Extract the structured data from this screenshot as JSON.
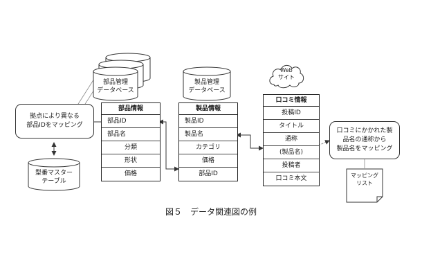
{
  "databases": {
    "parts_db": "部品管理\nデータベース",
    "product_db": "製品管理\nデータベース",
    "model_master": "型番マスター\nテーブル"
  },
  "cloud": "Web\nサイト",
  "entities": {
    "parts": {
      "title": "部品情報",
      "fields": [
        "部品ID",
        "部品名",
        "分類",
        "形状",
        "価格"
      ]
    },
    "products": {
      "title": "製品情報",
      "fields": [
        "製品ID",
        "製品名",
        "カテゴリ",
        "価格",
        "部品ID"
      ]
    },
    "reviews": {
      "title": "口コミ情報",
      "fields": [
        "投稿ID",
        "タイトル",
        "通称",
        "(製品名)",
        "投稿者",
        "口コミ本文"
      ]
    }
  },
  "process_boxes": {
    "base_mapping": "拠点により異なる\n部品IDをマッピング",
    "review_mapping": "口コミにかかれた製\n品名の通称から\n製品名をマッピング"
  },
  "mapping_list": "マッピング\nリスト",
  "caption": "図５　データ関連図の例"
}
